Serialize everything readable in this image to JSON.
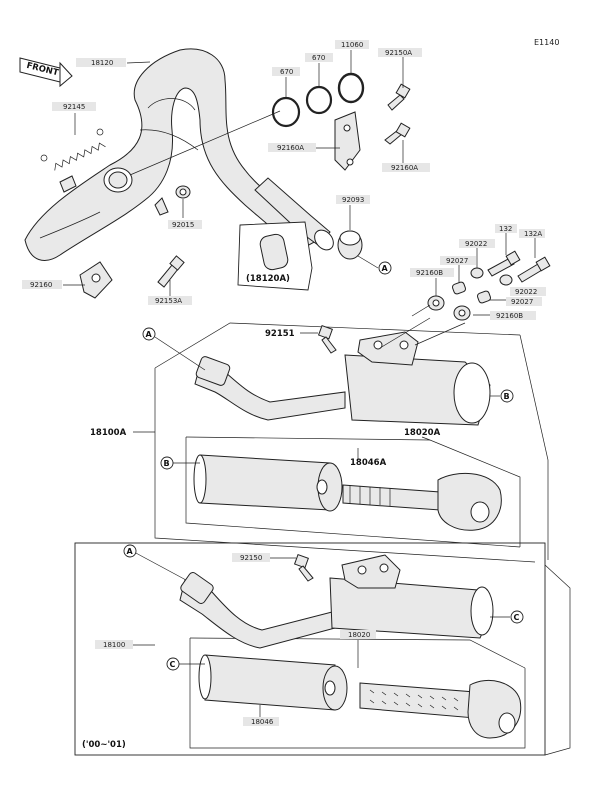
{
  "diagram_code": "E1140",
  "front_label": "FRONT",
  "subassembly_label": "(18120A)",
  "year_note": "('00~'01)",
  "parts": {
    "p18120": "18120",
    "p92145": "92145",
    "p92015": "92015",
    "p92160": "92160",
    "p92153A": "92153A",
    "p670a": "670",
    "p670b": "670",
    "p11060": "11060",
    "p92150A": "92150A",
    "p92160A_a": "92160A",
    "p92160A_b": "92160A",
    "p92093": "92093",
    "p132": "132",
    "p132A": "132A",
    "p92022a": "92022",
    "p92022b": "92022",
    "p92027a": "92027",
    "p92027b": "92027",
    "p92160B_a": "92160B",
    "p92160B_b": "92160B",
    "p92151": "92151",
    "p18100A": "18100A",
    "p18020A": "18020A",
    "p18046A": "18046A",
    "p92150": "92150",
    "p18100": "18100",
    "p18020": "18020",
    "p18046": "18046"
  },
  "callouts": {
    "a1": "A",
    "a2": "A",
    "a3": "A",
    "b1": "B",
    "b2": "B",
    "c1": "C",
    "c2": "C"
  }
}
